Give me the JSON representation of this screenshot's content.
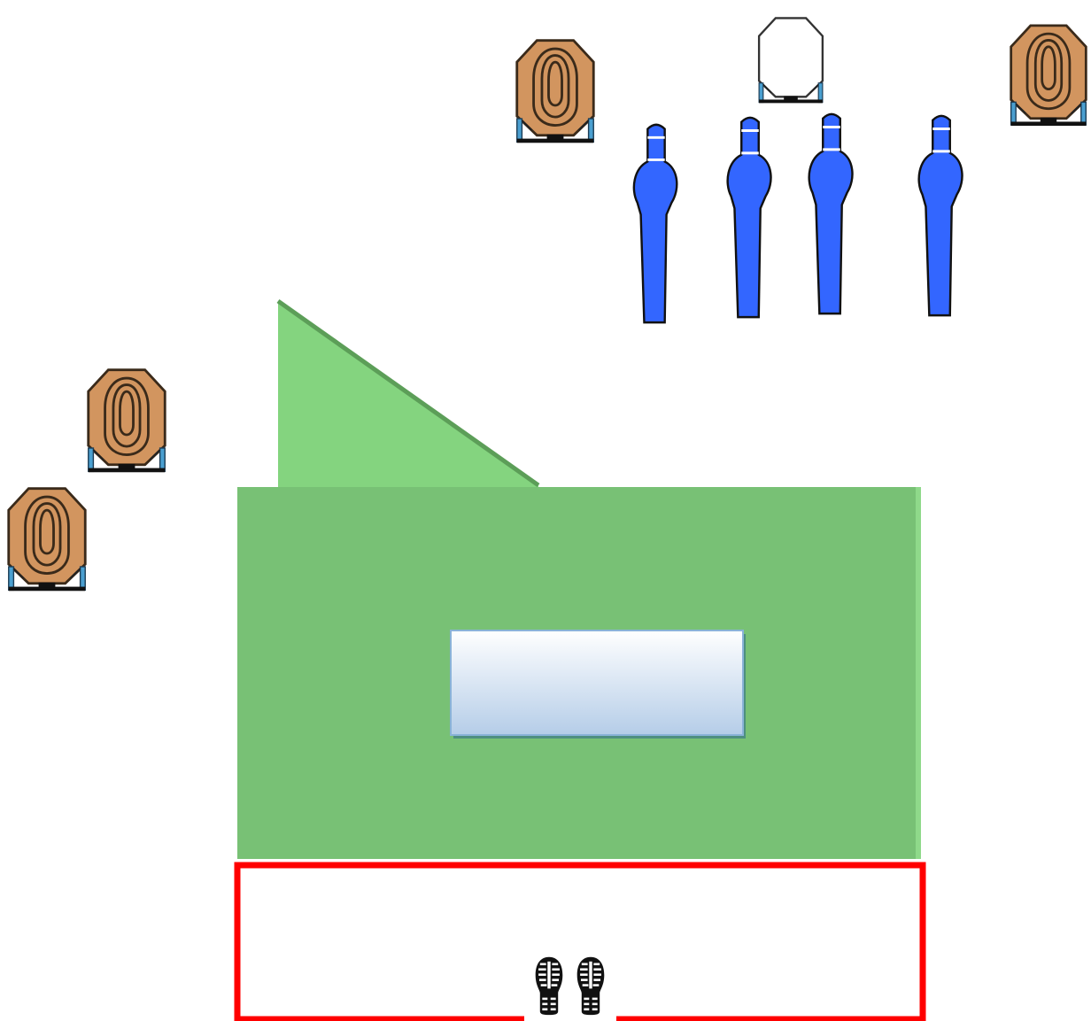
{
  "stage": {
    "targets": [
      {
        "kind": "paper-target",
        "state": "shoot"
      },
      {
        "kind": "paper-target",
        "state": "no-shoot"
      },
      {
        "kind": "paper-target",
        "state": "shoot"
      },
      {
        "kind": "paper-target",
        "state": "shoot"
      },
      {
        "kind": "paper-target",
        "state": "shoot"
      }
    ],
    "poppers": [
      {
        "kind": "popper",
        "color": "#3366ff"
      },
      {
        "kind": "popper",
        "color": "#3366ff"
      },
      {
        "kind": "popper",
        "color": "#3366ff"
      },
      {
        "kind": "popper",
        "color": "#3366ff"
      }
    ],
    "colors": {
      "target_face": "#d2955f",
      "target_outline": "#3a2a1a",
      "stand_leg": "#4a9fd0",
      "popper": "#3366ff",
      "barricade": "#78c175",
      "wing_wall": "#84d47f",
      "window": "#c7dbf0",
      "fault_line": "#ff0000"
    },
    "start_position_icon": "footprints-icon"
  }
}
